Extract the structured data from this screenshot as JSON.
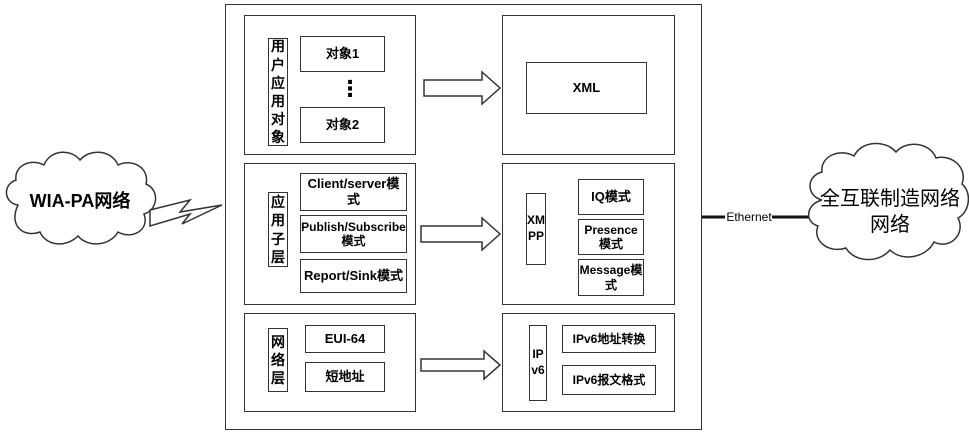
{
  "left_cloud": {
    "label": "WIA-PA网络"
  },
  "right_cloud": {
    "label": "全互联制造网络网络"
  },
  "ethernet_label": "Ethernet",
  "left_column": {
    "user_app": {
      "title": "用户应用对象",
      "items": [
        "对象1",
        "对象2"
      ],
      "ellipsis": "⋮"
    },
    "app_sublayer": {
      "title": "应用子层",
      "items": [
        "Client/server模式",
        "Publish/Subscribe模式",
        "Report/Sink模式"
      ]
    },
    "network_layer": {
      "title": "网络层",
      "items": [
        "EUI-64",
        "短地址"
      ]
    }
  },
  "right_column": {
    "xml": {
      "label": "XML"
    },
    "xmpp": {
      "title": "XMPP",
      "items": [
        "IQ模式",
        "Presence模式",
        "Message模式"
      ]
    },
    "ipv6": {
      "title": "IPv6",
      "items": [
        "IPv6地址转换",
        "IPv6报文格式"
      ]
    }
  }
}
